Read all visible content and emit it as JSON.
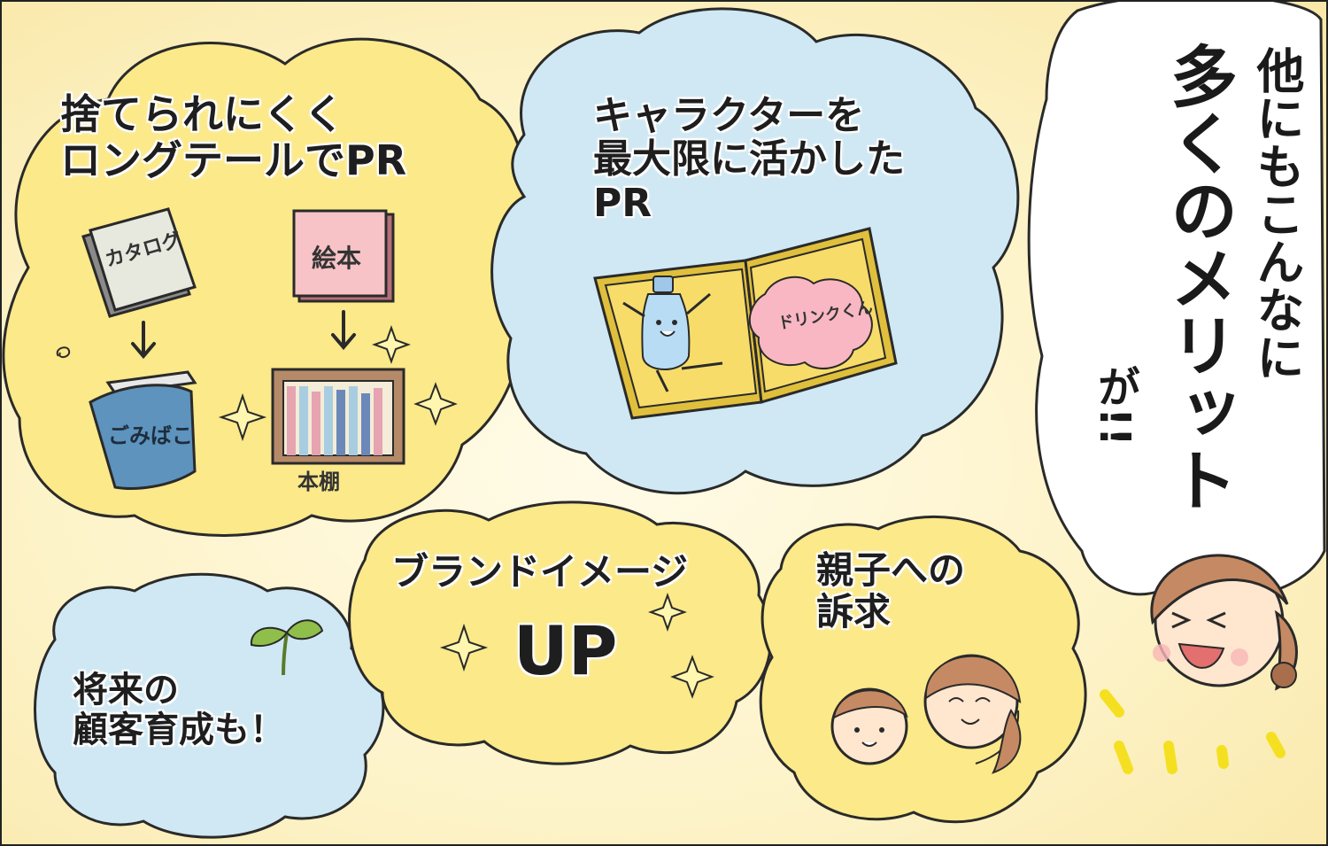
{
  "clouds": {
    "longtail": {
      "line1": "捨てられにくく",
      "line2": "ロングテールでPR"
    },
    "character": {
      "line1": "キャラクターを",
      "line2": "最大限に活かした",
      "line3": "PR"
    },
    "brand": {
      "line1": "ブランドイメージ",
      "line2": "UP"
    },
    "parents": {
      "line1": "親子への",
      "line2": "訴求"
    },
    "future": {
      "line1": "将来の",
      "line2": "顧客育成も！"
    }
  },
  "speech": {
    "line1": "他にもこんなに",
    "line2": "多くのメリット",
    "line3": "が!!"
  },
  "illustrations": {
    "catalog_label": "カタログ",
    "picturebook_label": "絵本",
    "trash_label": "ごみばこ",
    "shelf_label": "本棚",
    "drink_label": "ドリンクくん"
  },
  "colors": {
    "yellow_cloud": "#fbe98a",
    "blue_cloud": "#cfe8f3",
    "outline": "#2a2a2a",
    "background": "#fdf3c8"
  }
}
